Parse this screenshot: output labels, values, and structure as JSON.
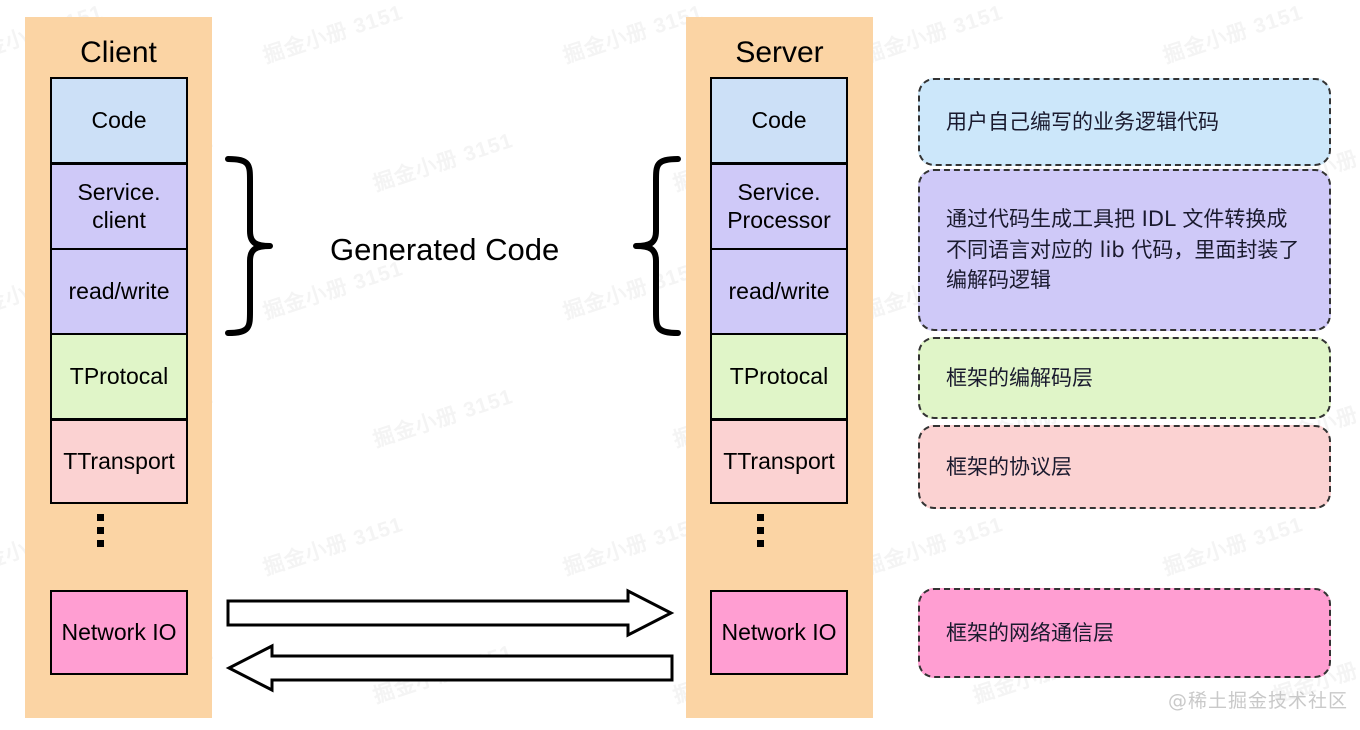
{
  "client": {
    "title": "Client",
    "cells": [
      {
        "label": "Code",
        "color": "#cce0f7"
      },
      {
        "label": "Service.\nclient",
        "color": "#cfc9f8"
      },
      {
        "label": "read/write",
        "color": "#cfc9f8"
      },
      {
        "label": "TProtocal",
        "color": "#e0f5c8"
      },
      {
        "label": "TTransport",
        "color": "#fbd2d2"
      },
      {
        "label": "Network IO",
        "color": "#ff9ed2"
      }
    ]
  },
  "server": {
    "title": "Server",
    "cells": [
      {
        "label": "Code",
        "color": "#cce0f7"
      },
      {
        "label": "Service.\nProcessor",
        "color": "#cfc9f8"
      },
      {
        "label": "read/write",
        "color": "#cfc9f8"
      },
      {
        "label": "TProtocal",
        "color": "#e0f5c8"
      },
      {
        "label": "TTransport",
        "color": "#fbd2d2"
      },
      {
        "label": "Network IO",
        "color": "#ff9ed2"
      }
    ]
  },
  "center": {
    "generated_code_label": "Generated Code"
  },
  "notes": [
    {
      "text": "用户自己编写的业务逻辑代码",
      "color": "#cce7fa"
    },
    {
      "text": "通过代码生成工具把 IDL 文件转换成不同语言对应的 lib 代码，里面封装了编解码逻辑",
      "color": "#cfc9f8"
    },
    {
      "text": "框架的编解码层",
      "color": "#e0f5c8"
    },
    {
      "text": "框架的协议层",
      "color": "#fbd2d2"
    },
    {
      "text": "框架的网络通信层",
      "color": "#ff9ed2"
    }
  ],
  "branding": {
    "text": "@稀土掘金技术社区"
  },
  "watermark": {
    "text": "掘金小册 3151"
  },
  "colors": {
    "column_background": "#fbd4a4",
    "stroke": "#000000",
    "note_border": "#333333"
  }
}
